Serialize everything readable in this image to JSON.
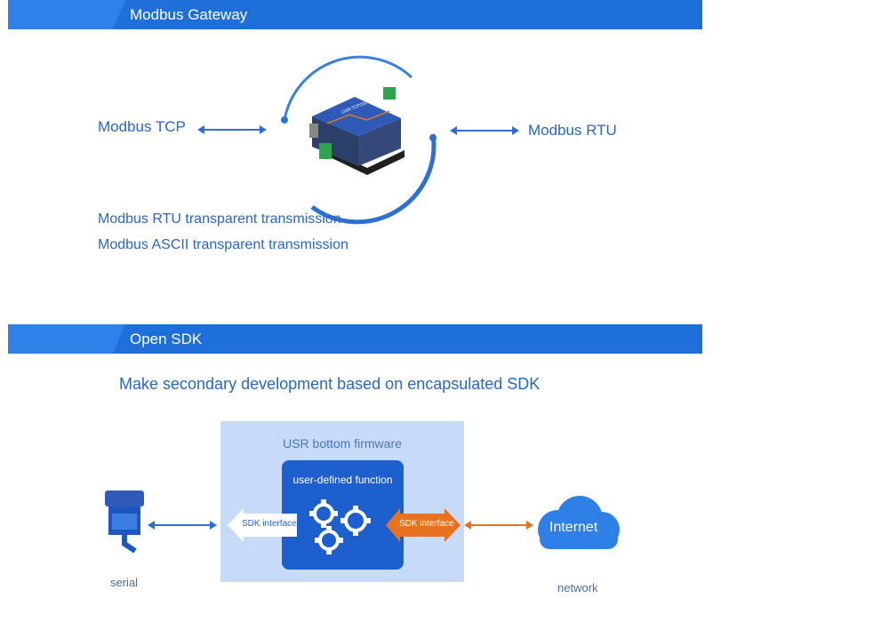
{
  "sections": {
    "gateway": {
      "title": "Modbus Gateway",
      "left_label": "Modbus TCP",
      "right_label": "Modbus RTU",
      "features": [
        "Modbus RTU transparent transmission",
        "Modbus ASCII transparent transmission"
      ],
      "device_label": "USR-TCP232-304"
    },
    "sdk": {
      "title": "Open SDK",
      "subtitle": "Make secondary development based on encapsulated SDK",
      "firmware_label": "USR bottom firmware",
      "function_label": "user-defined function",
      "sdk_left": "SDK interface",
      "sdk_right": "SDK interface",
      "serial_label": "serial",
      "network_label": "network",
      "cloud_label": "Internet"
    }
  },
  "colors": {
    "header": "#1e6fd9",
    "text_blue": "#2a66c4",
    "arrow_blue": "#2e6fd2",
    "arrow_orange": "#e8731f",
    "firmware_bg": "#c7dbf8",
    "function_bg": "#1d5fcc"
  }
}
